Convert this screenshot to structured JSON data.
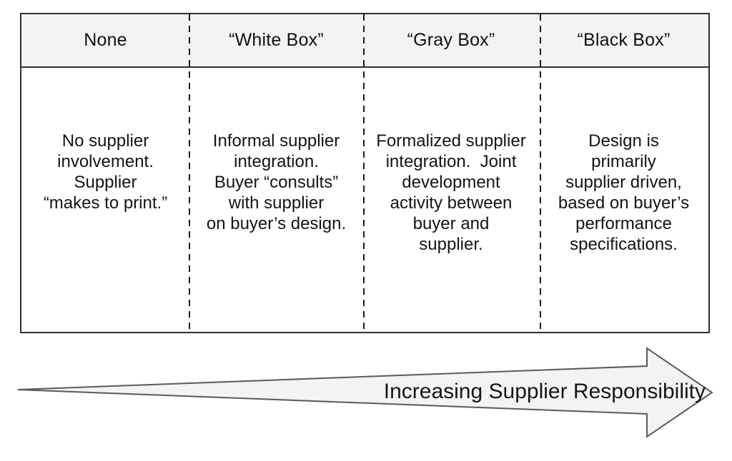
{
  "table": {
    "columns": [
      {
        "header": "None",
        "body": "No supplier\ninvolvement.\nSupplier\n“makes to print.”"
      },
      {
        "header": "“White Box”",
        "body": "Informal supplier\nintegration.\nBuyer “consults”\nwith supplier\non buyer’s design."
      },
      {
        "header": "“Gray Box”",
        "body": "Formalized supplier\nintegration.  Joint\ndevelopment\nactivity between\nbuyer and\nsupplier."
      },
      {
        "header": "“Black Box”",
        "body": "Design is\nprimarily\nsupplier driven,\nbased on buyer’s\nperformance\nspecifications."
      }
    ]
  },
  "arrow": {
    "label": "Increasing Supplier Responsibility"
  },
  "colors": {
    "panel_fill": "#f3f3f3",
    "table_border": "#2e2e2e",
    "divider": "#1c1c1c",
    "arrow_fill": "#f3f3f3",
    "arrow_outline": "#5a5a5a",
    "text": "#141414"
  }
}
